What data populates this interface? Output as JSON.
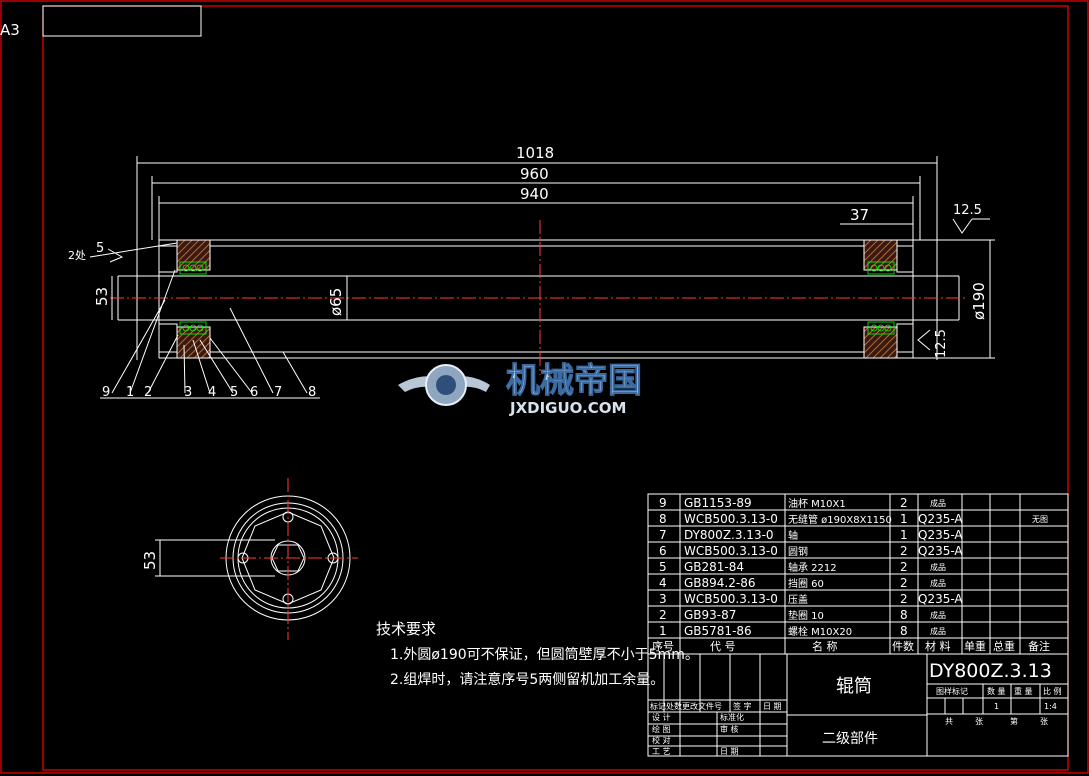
{
  "sheet": {
    "size_label": "A3"
  },
  "dimensions": {
    "overall_length": "1018",
    "length_960": "960",
    "length_940": "940",
    "dim_37": "37",
    "roughness_top": "12.5",
    "roughness_right": "12.5",
    "outer_dia": "ø190",
    "shaft_dia": "ø65",
    "shaft_len_53": "53",
    "end_view_53": "53",
    "weld_note_count": "2处",
    "weld_size": "5"
  },
  "balloons": [
    "9",
    "1",
    "2",
    "3",
    "4",
    "5",
    "6",
    "7",
    "8"
  ],
  "watermark": {
    "cn": "机械帝国",
    "en": "JXDIGUO.COM"
  },
  "tech_req": {
    "title": "技术要求",
    "items": [
      "1.外圆ø190可不保证，但圆筒壁厚不小于5mm。",
      "2.组焊时，请注意序号5两侧留机加工余量。"
    ]
  },
  "bom": {
    "rows": [
      {
        "no": "9",
        "code": "GB1153-89",
        "name": "油杯 M10X1",
        "qty": "2",
        "mat": "成品",
        "remark": ""
      },
      {
        "no": "8",
        "code": "WCB500.3.13-0",
        "name": "无缝管 ø190X8X1150",
        "qty": "1",
        "mat": "Q235-A",
        "remark": "无图"
      },
      {
        "no": "7",
        "code": "DY800Z.3.13-0",
        "name": "轴",
        "qty": "1",
        "mat": "Q235-A",
        "remark": ""
      },
      {
        "no": "6",
        "code": "WCB500.3.13-0",
        "name": "圆钢",
        "qty": "2",
        "mat": "Q235-A",
        "remark": ""
      },
      {
        "no": "5",
        "code": "GB281-84",
        "name": "轴承 2212",
        "qty": "2",
        "mat": "成品",
        "remark": ""
      },
      {
        "no": "4",
        "code": "GB894.2-86",
        "name": "挡圈 60",
        "qty": "2",
        "mat": "成品",
        "remark": ""
      },
      {
        "no": "3",
        "code": "WCB500.3.13-0",
        "name": "压盖",
        "qty": "2",
        "mat": "Q235-A",
        "remark": ""
      },
      {
        "no": "2",
        "code": "GB93-87",
        "name": "垫圈 10",
        "qty": "8",
        "mat": "成品",
        "remark": ""
      },
      {
        "no": "1",
        "code": "GB5781-86",
        "name": "螺栓 M10X20",
        "qty": "8",
        "mat": "成品",
        "remark": ""
      }
    ],
    "header": {
      "no": "序号",
      "code": "代 号",
      "name": "名 称",
      "qty": "件数",
      "mat": "材 料",
      "unit_w": "单重",
      "total_w": "总重",
      "remark": "备注"
    }
  },
  "title_block": {
    "drawing_no": "DY800Z.3.13",
    "part_name": "辊筒",
    "level": "二级部件",
    "stage_mark": "图样标记",
    "qty_label": "数 量",
    "weight_label": "重 量",
    "scale_label": "比 例",
    "qty_value": "1",
    "scale_value": "1:4",
    "sheet_total": "共",
    "sheet_label": "张",
    "sheet_no": "第",
    "sheet_label2": "张",
    "rev_mark": "标记",
    "rev_count": "处数",
    "rev_doc": "更改文件号",
    "rev_sign": "签 字",
    "rev_date": "日 期",
    "design": "设 计",
    "draw": "绘 图",
    "check": "校 对",
    "process": "工 艺",
    "std": "标准化",
    "review": "审 核",
    "date": "日 期"
  }
}
